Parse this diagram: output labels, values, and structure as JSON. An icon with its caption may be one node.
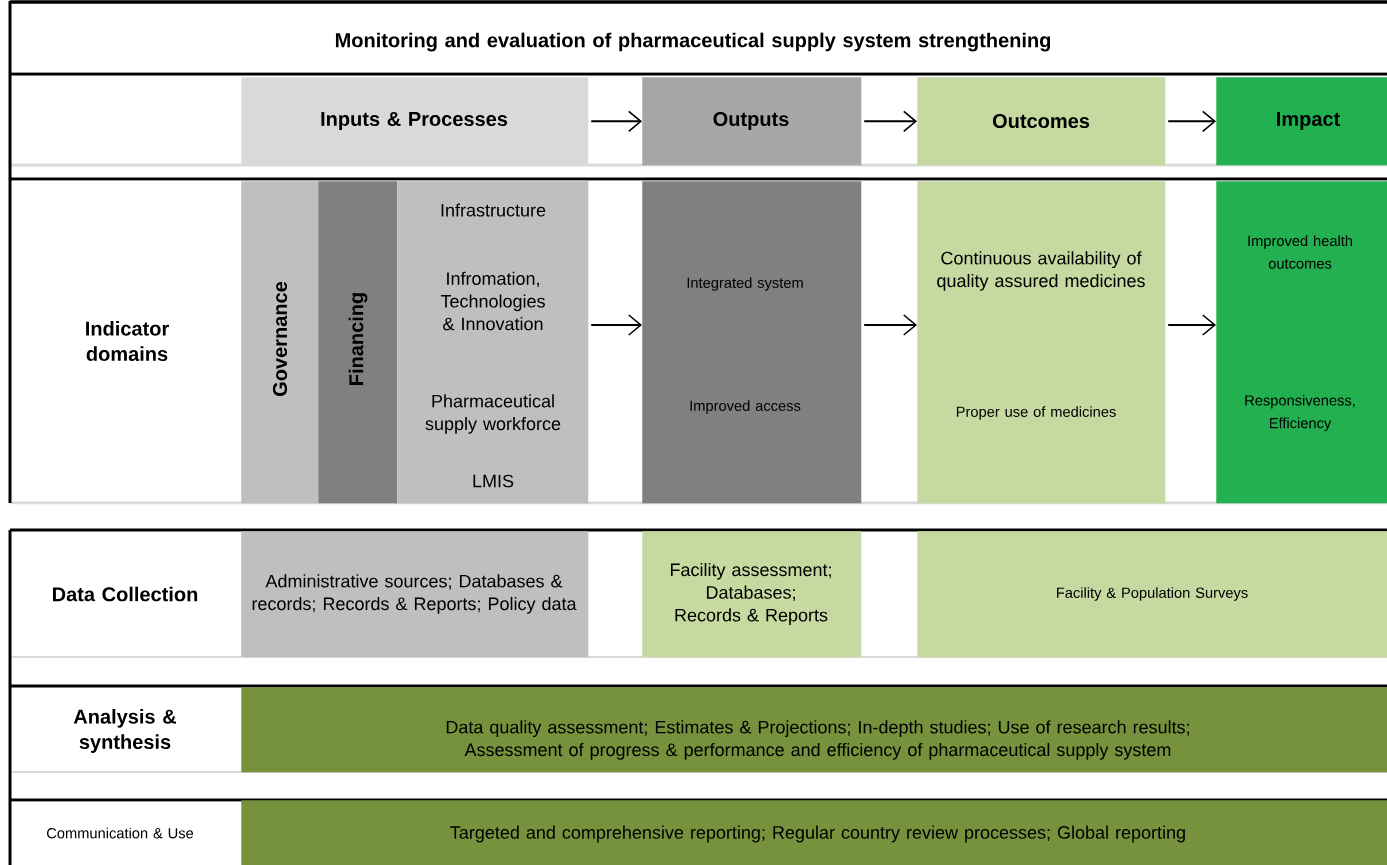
{
  "diagram": {
    "title": "Monitoring and evaluation of pharmaceutical supply system strengthening",
    "nodes": [
      {
        "text": [
          "Inputs & Processes"
        ]
      },
      {
        "text": [
          "Outputs"
        ]
      },
      {
        "text": [
          "Outcomes"
        ]
      },
      {
        "text": [
          "Impact"
        ]
      },
      {
        "text": [
          "Governance"
        ]
      },
      {
        "text": [
          "Financing"
        ]
      },
      {
        "text": [
          "Infrastructure",
          "Infromation, Technologies & Innovation",
          "Pharmaceutical supply workforce",
          "LMIS"
        ]
      },
      {
        "text": [
          "Integrated system",
          "Improved access"
        ]
      },
      {
        "text": [
          "Continuous availability of quality assured medicines",
          "Proper use of medicines"
        ]
      },
      {
        "text": [
          "Improved health outcomes",
          "Responsiveness, Efficiency"
        ]
      },
      {
        "text": [
          "Administrative sources; Databases & records; Records & Reports; Policy data"
        ]
      },
      {
        "text": [
          "Facility assessment; Databases; Records & Reports"
        ]
      },
      {
        "text": [
          "Facility & Population Surveys"
        ]
      },
      {
        "text": [
          "Data quality assessment; Estimates & Projections; In-depth studies; Use of research results; Assessment of progress & performance and efficiency of pharmaceutical supply system"
        ]
      },
      {
        "text": [
          "Targeted and comprehensive reporting; Regular country review processes; Global reporting"
        ]
      }
    ],
    "edges": [
      {
        "from": 0,
        "to": 1,
        "arrow": "to"
      },
      {
        "from": 1,
        "to": 2,
        "arrow": "to"
      },
      {
        "from": 2,
        "to": 3,
        "arrow": "to"
      },
      {
        "from": 6,
        "to": 7,
        "arrow": "to"
      },
      {
        "from": 7,
        "to": 8,
        "arrow": "to"
      },
      {
        "from": 8,
        "to": 9,
        "arrow": "to"
      }
    ],
    "labels": [
      "Indicator domains",
      "Data Collection",
      "Analysis & synthesis",
      "Communication & Use"
    ]
  }
}
